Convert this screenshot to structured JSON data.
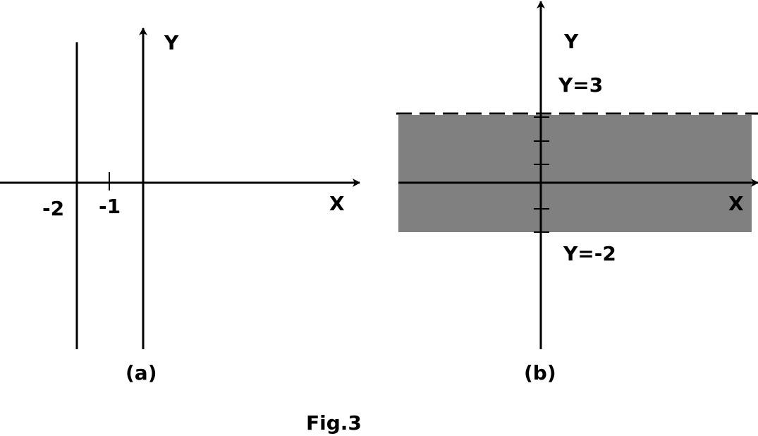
{
  "colors": {
    "ink": "#000000",
    "shade": "#808080",
    "background": "#ffffff"
  },
  "panel_a": {
    "x_axis_label": "X",
    "y_axis_label": "Y",
    "tick_labels": [
      "-2",
      "-1"
    ],
    "caption": "(a)"
  },
  "panel_b": {
    "x_axis_label": "X",
    "y_axis_label": "Y",
    "upper_line_label": "Y=3",
    "lower_line_label": "Y=-2",
    "caption": "(b)"
  },
  "figure_caption": "Fig.3"
}
